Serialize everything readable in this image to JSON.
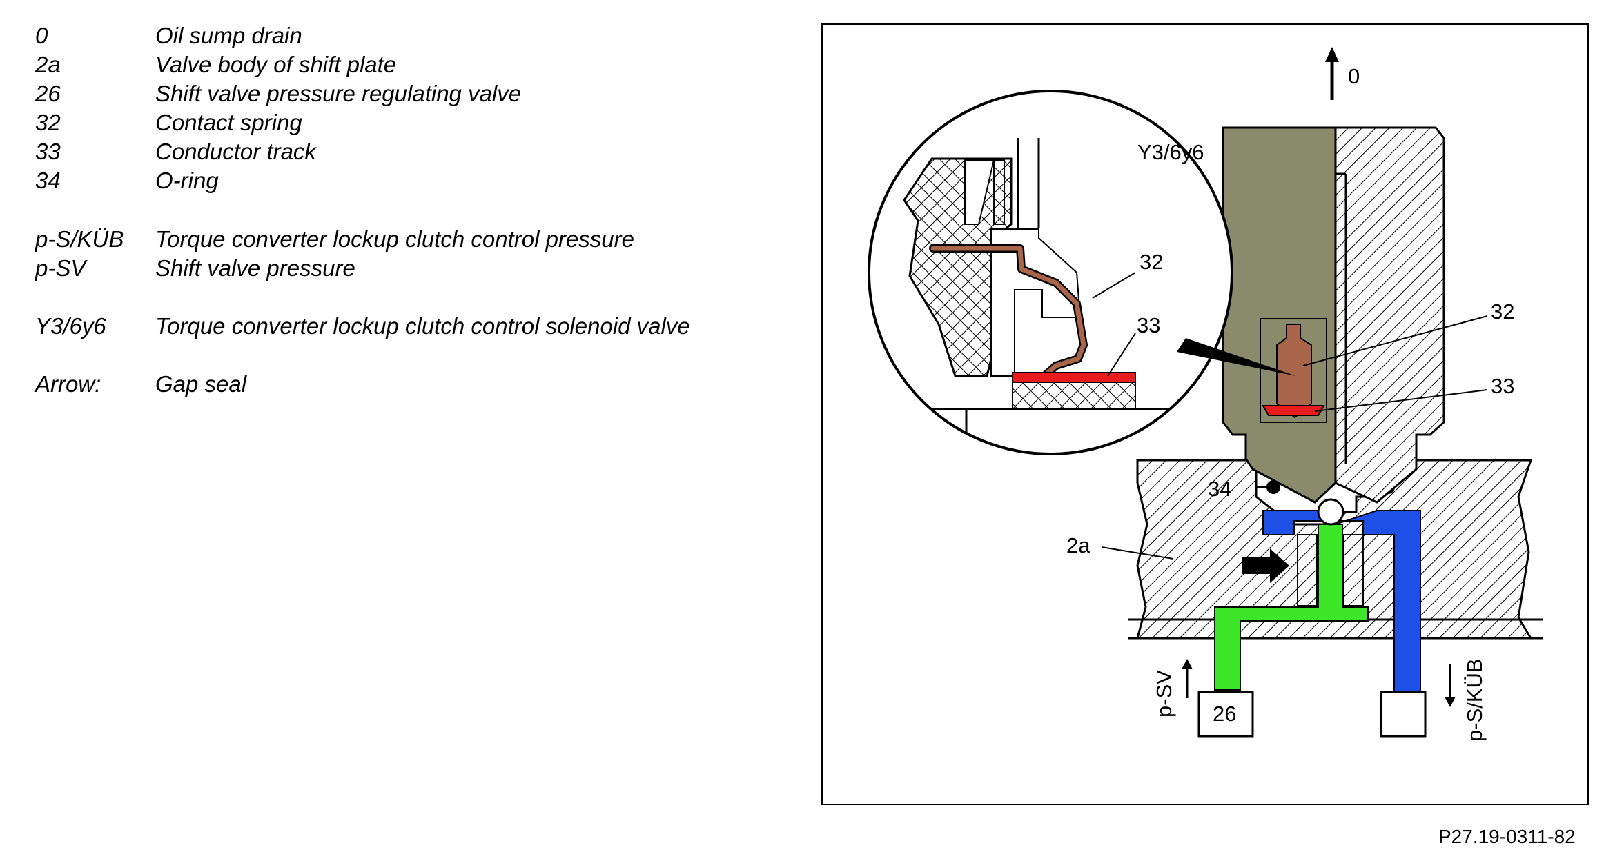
{
  "legend": [
    {
      "code": "0",
      "description": "Oil sump drain"
    },
    {
      "code": "2a",
      "description": "Valve body of shift plate"
    },
    {
      "code": "26",
      "description": "Shift valve pressure regulating valve"
    },
    {
      "code": "32",
      "description": "Contact spring"
    },
    {
      "code": "33",
      "description": "Conductor track"
    },
    {
      "code": "34",
      "description": "O-ring"
    },
    {
      "code": "p-S/KÜB",
      "description": "Torque converter lockup clutch control pressure"
    },
    {
      "code": "p-SV",
      "description": "Shift valve pressure"
    },
    {
      "code": "Y3/6y6",
      "description": "Torque converter lockup clutch control solenoid valve"
    },
    {
      "code": "Arrow:",
      "description": "Gap seal"
    }
  ],
  "diagram": {
    "labels": {
      "oil_drain": "0",
      "solenoid": "Y3/6y6",
      "spring": "32",
      "track": "33",
      "oring": "34",
      "valve_body": "2a",
      "regulating_valve": "26",
      "shift_pressure": "p-SV",
      "control_pressure": "p-S/KÜB"
    },
    "colors": {
      "solenoid_body": "#8a8a6c",
      "contact_spring": "#a8654a",
      "conductor_track": "#e81c1c",
      "shift_pressure_channel": "#3ee62a",
      "control_pressure_channel": "#1e4fe6"
    }
  },
  "figure_reference": "P27.19-0311-82"
}
